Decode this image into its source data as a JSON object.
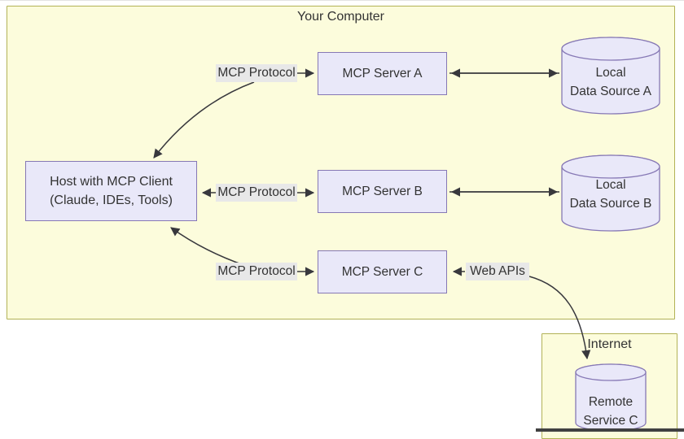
{
  "diagram": {
    "clusters": {
      "your_computer": "Your Computer",
      "internet": "Internet"
    },
    "nodes": {
      "host": {
        "line1": "Host with MCP Client",
        "line2": "(Claude, IDEs, Tools)"
      },
      "server_a": "MCP Server A",
      "server_b": "MCP Server B",
      "server_c": "MCP Server C",
      "local_a": {
        "line1": "Local",
        "line2": "Data Source A"
      },
      "local_b": {
        "line1": "Local",
        "line2": "Data Source B"
      },
      "remote_c": {
        "line1": "Remote",
        "line2": "Service C"
      }
    },
    "edge_labels": {
      "host_server_a": "MCP Protocol",
      "host_server_b": "MCP Protocol",
      "host_server_c": "MCP Protocol",
      "server_c_remote": "Web APIs"
    },
    "colors": {
      "page_bg": "#ffffff",
      "cluster_fill": "#fcfcdc",
      "cluster_border": "#b2b256",
      "node_fill": "#e9e8f9",
      "node_border": "#8678b5",
      "edge": "#38383d",
      "edge_label_bg": "#e8e8e8",
      "text": "#333333"
    }
  }
}
